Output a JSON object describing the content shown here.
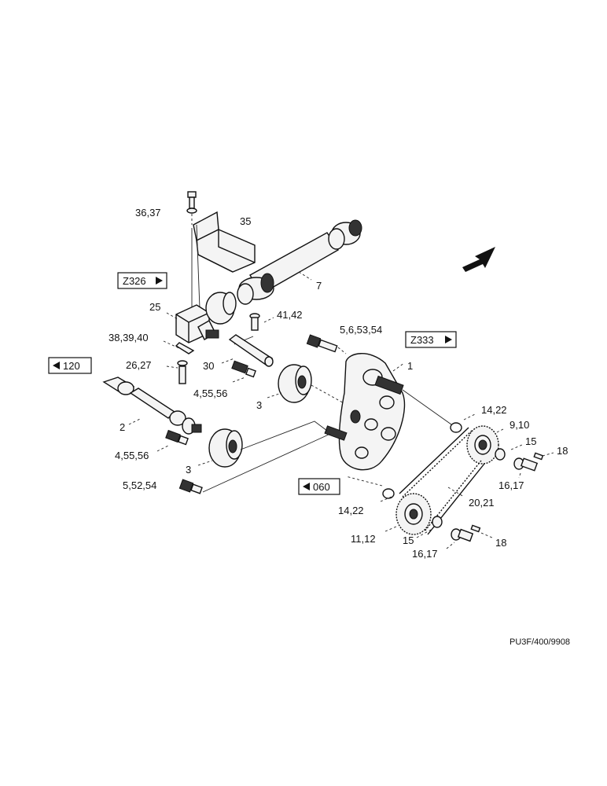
{
  "labels": {
    "p36_37": "36,37",
    "p35": "35",
    "p7": "7",
    "p25": "25",
    "p41_42": "41,42",
    "p5_6_53_54": "5,6,53,54",
    "p38_39_40": "38,39,40",
    "p26_27": "26,27",
    "p30": "30",
    "p1": "1",
    "p4_55_56_a": "4,55,56",
    "p3_a": "3",
    "p2": "2",
    "p14_22_a": "14,22",
    "p9_10": "9,10",
    "p15_a": "15",
    "p18_a": "18",
    "p4_55_56_b": "4,55,56",
    "p3_b": "3",
    "p16_17_a": "16,17",
    "p5_52_54": "5,52,54",
    "p20_21": "20,21",
    "p14_22_b": "14,22",
    "p11_12": "11,12",
    "p15_b": "15",
    "p18_b": "18",
    "p16_17_b": "16,17"
  },
  "refs": {
    "z326": "Z326",
    "z333": "Z333",
    "r120": "120",
    "r060": "060"
  },
  "footer": {
    "code": "PU3F/400/9908"
  }
}
